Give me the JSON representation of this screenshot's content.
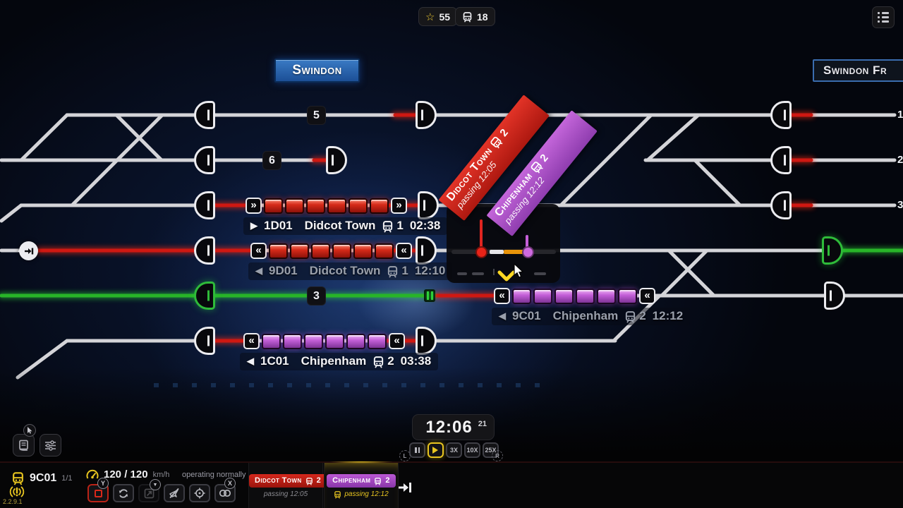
{
  "hud": {
    "stars": "55",
    "train_count": "18"
  },
  "stations": {
    "left": "Swindon",
    "right": "Swindon Fr"
  },
  "map": {
    "track_badges": {
      "t5": "5",
      "t6": "6",
      "t3": "3"
    },
    "edge_numbers": [
      "1",
      "2",
      "3"
    ]
  },
  "trains": [
    {
      "id": "1D01",
      "destination": "Didcot Town",
      "platform": "1",
      "time": "02:38",
      "arrow": "▶"
    },
    {
      "id": "9D01",
      "destination": "Didcot Town",
      "platform": "1",
      "time": "12:10",
      "arrow": "◀"
    },
    {
      "id": "9C01",
      "destination": "Chipenham",
      "platform": "2",
      "time": "12:12",
      "arrow": "◀"
    },
    {
      "id": "1C01",
      "destination": "Chipenham",
      "platform": "2",
      "time": "03:38",
      "arrow": "◀"
    }
  ],
  "route_tags": [
    {
      "name": "Didcot Town",
      "platform": "2",
      "status": "passing 12:05"
    },
    {
      "name": "Chipenham",
      "platform": "2",
      "status": "passing 12:12"
    }
  ],
  "clock": {
    "time": "12:06",
    "seconds": "21",
    "speed_labels": [
      "3X",
      "10X",
      "25X"
    ],
    "bumper_left": "L",
    "bumper_right": "R"
  },
  "selected_train": {
    "id": "9C01",
    "count": "1/1",
    "speed": "120 / 120",
    "unit": "km/h",
    "status": "operating normally"
  },
  "controller_hints": {
    "y": "Y",
    "x": "X"
  },
  "colors": {
    "red": "#d0281c",
    "purple": "#b455cf",
    "green": "#2db52d",
    "yellow": "#e8c520",
    "blue": "#2e6cb8"
  },
  "version": "2.2.9.1"
}
